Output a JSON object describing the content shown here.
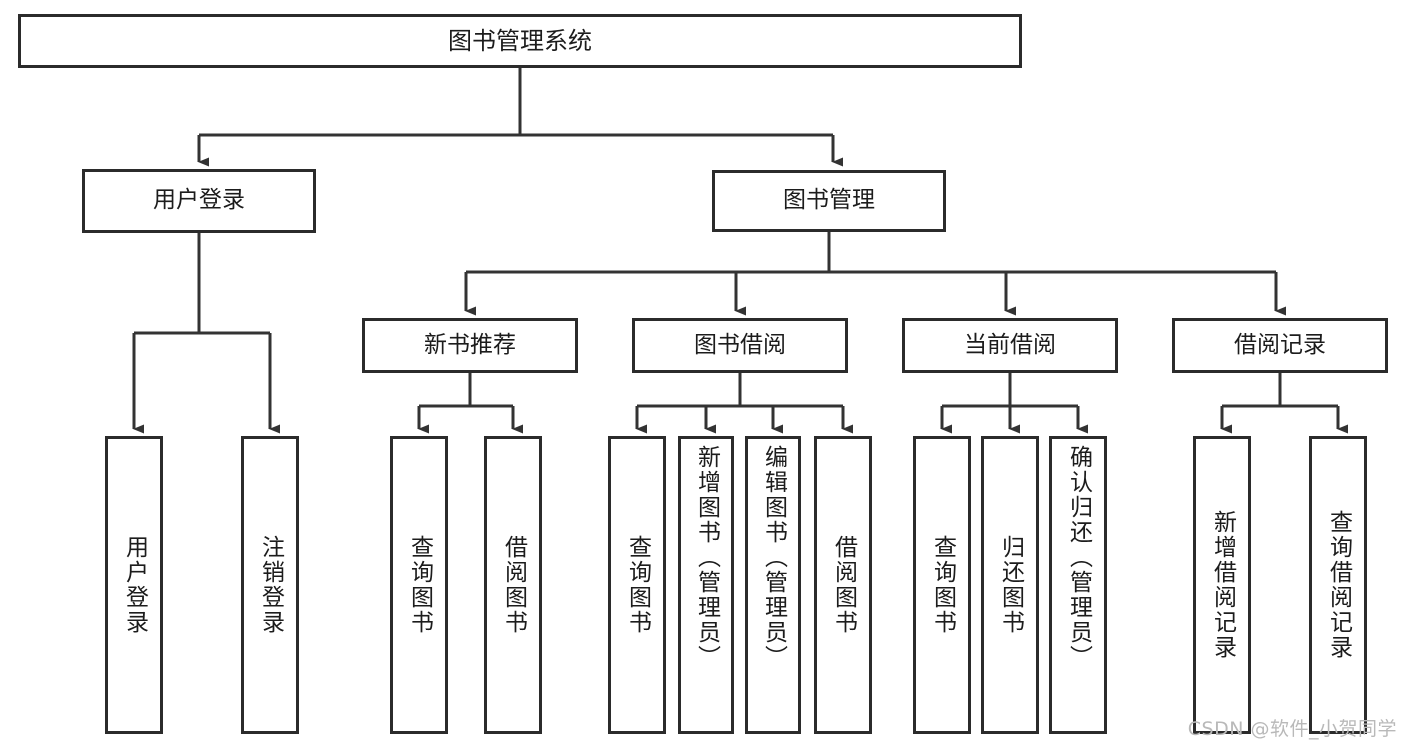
{
  "diagram": {
    "title": "图书管理系统",
    "type": "tree-hierarchy-diagram",
    "colors": {
      "box_border": "#2b2b2b",
      "box_fill": "#ffffff",
      "connector": "#333333",
      "text": "#1c1c1c",
      "watermark": "#b9b9b9",
      "background": "#ffffff"
    }
  },
  "root": {
    "label": "图书管理系统"
  },
  "level2": [
    {
      "label": "用户登录"
    },
    {
      "label": "图书管理"
    }
  ],
  "level3": [
    {
      "label": "新书推荐"
    },
    {
      "label": "图书借阅"
    },
    {
      "label": "当前借阅"
    },
    {
      "label": "借阅记录"
    }
  ],
  "leaves": {
    "user_login": [
      {
        "label": "用户登录"
      },
      {
        "label": "注销登录"
      }
    ],
    "new_book_recommend": [
      {
        "label": "查询图书"
      },
      {
        "label": "借阅图书"
      }
    ],
    "book_borrow": [
      {
        "label": "查询图书"
      },
      {
        "label": "新增图书（管理员）"
      },
      {
        "label": "编辑图书（管理员）"
      },
      {
        "label": "借阅图书"
      }
    ],
    "current_borrow": [
      {
        "label": "查询图书"
      },
      {
        "label": "归还图书"
      },
      {
        "label": "确认归还（管理员）"
      }
    ],
    "borrow_records": [
      {
        "label": "新增借阅记录"
      },
      {
        "label": "查询借阅记录"
      }
    ]
  },
  "watermark": {
    "text": "CSDN @软件_小贺同学"
  }
}
